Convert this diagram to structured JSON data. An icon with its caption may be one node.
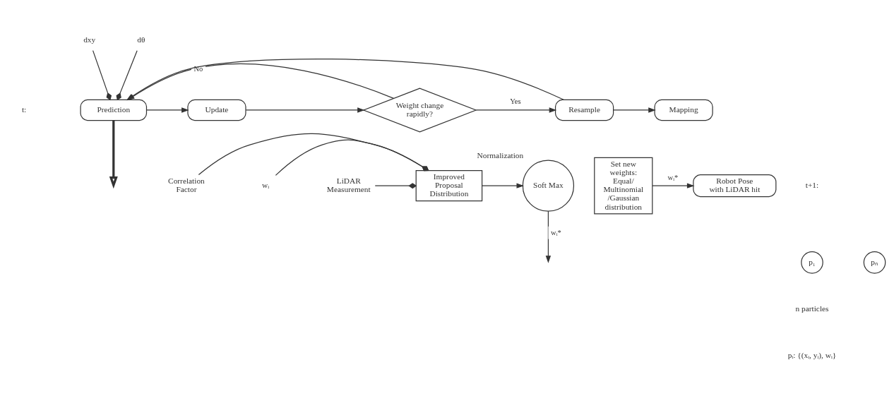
{
  "diagram": {
    "nodes": [
      {
        "text": [
          "Prediction"
        ]
      },
      {
        "text": [
          "Update"
        ]
      },
      {
        "text": [
          "Weight change rapidly?"
        ]
      },
      {
        "text": [
          "Resample"
        ]
      },
      {
        "text": [
          "Mapping"
        ]
      },
      {
        "text": [
          "p₁"
        ]
      },
      {
        "text": [
          "pₙ"
        ]
      },
      {
        "text": [
          "Improved Proposal Distribution"
        ]
      },
      {
        "text": [
          "Soft Max"
        ],
        "beside": [
          "Normalization"
        ]
      },
      {
        "text": [
          "Set new weights: Equal/ Multinomial /Gaussian distribution"
        ]
      },
      {
        "text": [
          "Robot Pose with LiDAR hit"
        ]
      },
      {
        "text": [
          "Correlation Factor"
        ]
      },
      {
        "text": [
          "wᵢ"
        ]
      },
      {
        "text": [
          "LiDAR Measurement"
        ]
      },
      {
        "text": [
          "dxy"
        ]
      },
      {
        "text": [
          "dθ"
        ]
      }
    ],
    "edges": [
      {
        "from": 14,
        "to": 0,
        "arrow": "other"
      },
      {
        "from": 15,
        "to": 0,
        "arrow": "other"
      },
      {
        "from": 0,
        "to": 1,
        "arrow": "to"
      },
      {
        "from": 1,
        "to": 2,
        "arrow": "to"
      },
      {
        "from": 2,
        "to": 3,
        "arrow": "to",
        "label": "Yes"
      },
      {
        "from": 2,
        "to": 0,
        "arrow": "to",
        "label": "No"
      },
      {
        "from": 3,
        "to": 4,
        "arrow": "to"
      },
      {
        "from": 3,
        "to": 0,
        "arrow": "to"
      },
      {
        "from": 0,
        "to": null,
        "arrow": "to",
        "style": "thick"
      },
      {
        "from": 11,
        "to": 7,
        "arrow": "other"
      },
      {
        "from": 12,
        "to": 7,
        "arrow": "other"
      },
      {
        "from": 13,
        "to": 7,
        "arrow": "other"
      },
      {
        "from": 7,
        "to": 8,
        "arrow": "to"
      },
      {
        "from": 8,
        "to": null,
        "arrow": "to",
        "label": "wᵢ*"
      },
      {
        "from": 9,
        "to": 10,
        "arrow": "to",
        "label": "wᵢ*"
      }
    ],
    "labels": [
      "t:",
      "t+1:",
      "n particles",
      "pᵢ: {(xᵢ, yᵢ), wᵢ}"
    ]
  }
}
